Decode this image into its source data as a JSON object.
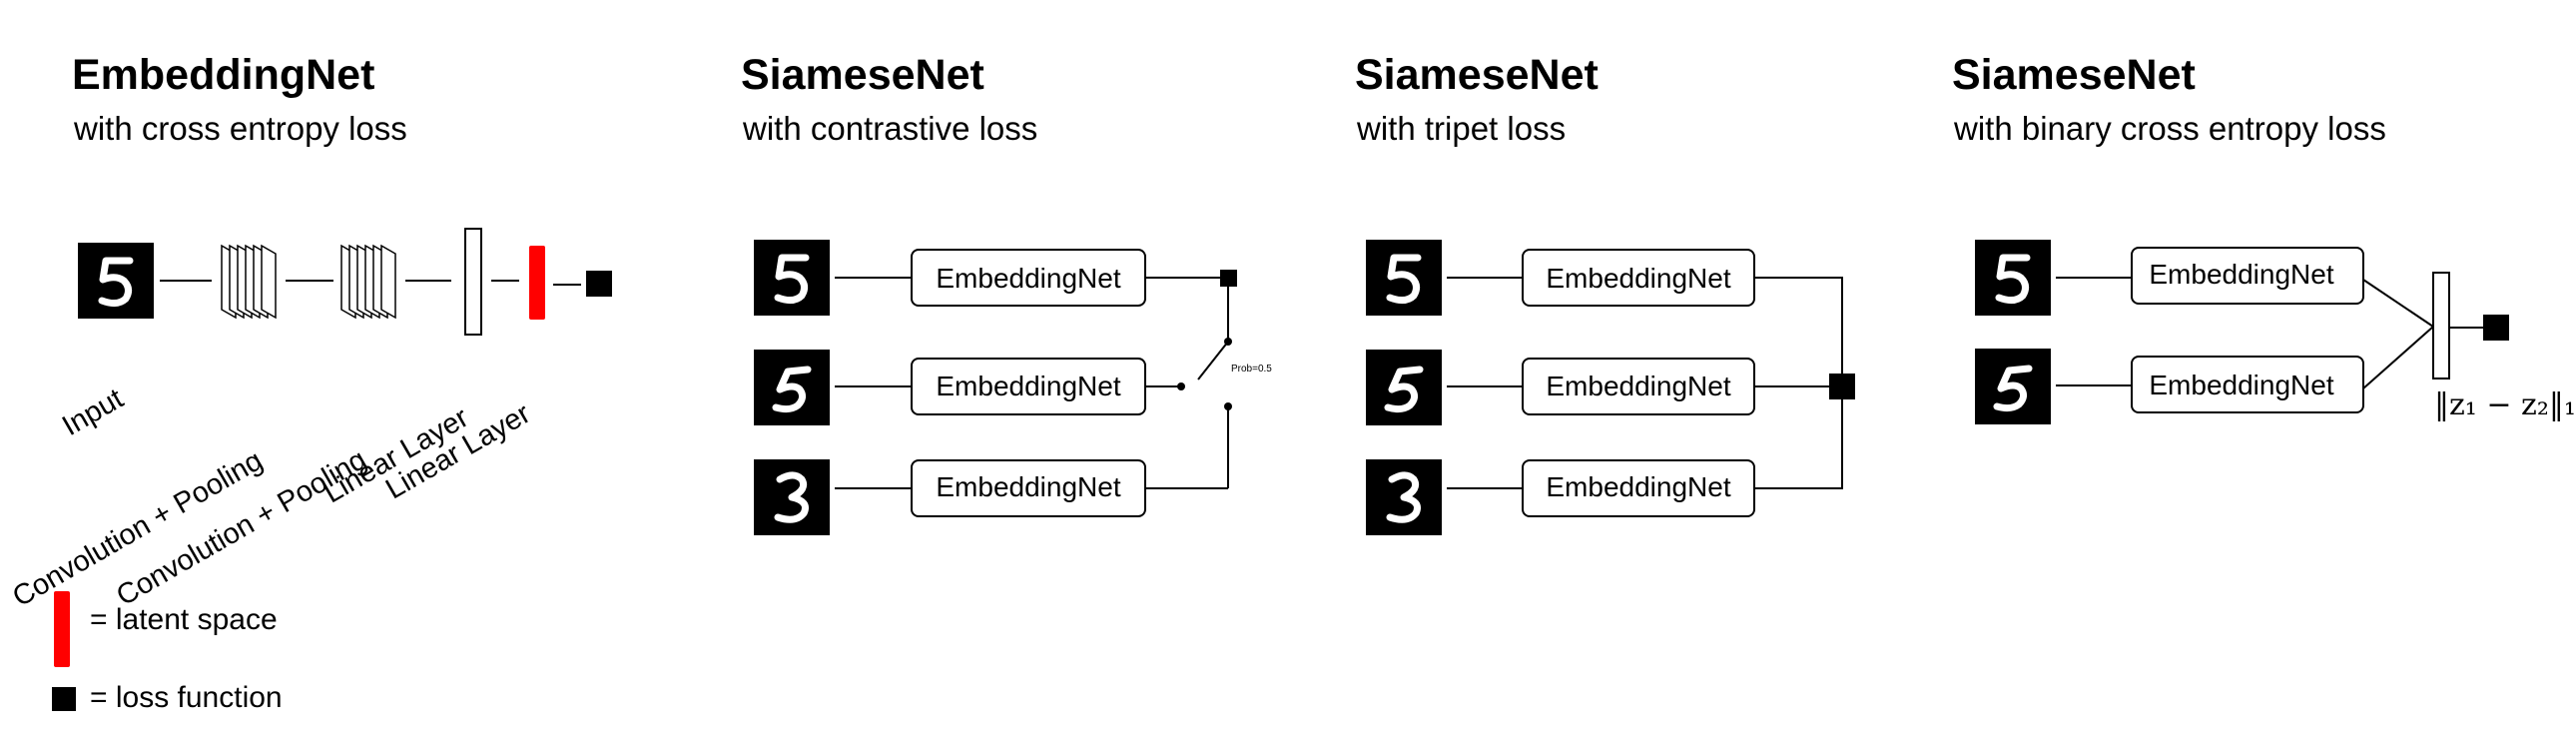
{
  "panels": [
    {
      "title": "EmbeddingNet",
      "subtitle": "with cross entropy loss"
    },
    {
      "title": "SiameseNet",
      "subtitle": "with contrastive loss"
    },
    {
      "title": "SiameseNet",
      "subtitle": "with tripet loss"
    },
    {
      "title": "SiameseNet",
      "subtitle": "with binary cross entropy loss"
    }
  ],
  "layer_labels": [
    "Input",
    "Convolution + Pooling",
    "Convolution + Pooling",
    "Linear Layer",
    "Linear Layer"
  ],
  "block_label": "EmbeddingNet",
  "switch_label": "Prob=0.5",
  "norm_label": "‖z₁ − z₂‖₁",
  "legend": {
    "latent": "= latent space",
    "loss": "= loss function"
  },
  "digits": [
    "5",
    "5",
    "3"
  ],
  "colors": {
    "latent": "#ff0000",
    "loss": "#000000",
    "digit_bg": "#000000",
    "digit_fg": "#ffffff"
  }
}
